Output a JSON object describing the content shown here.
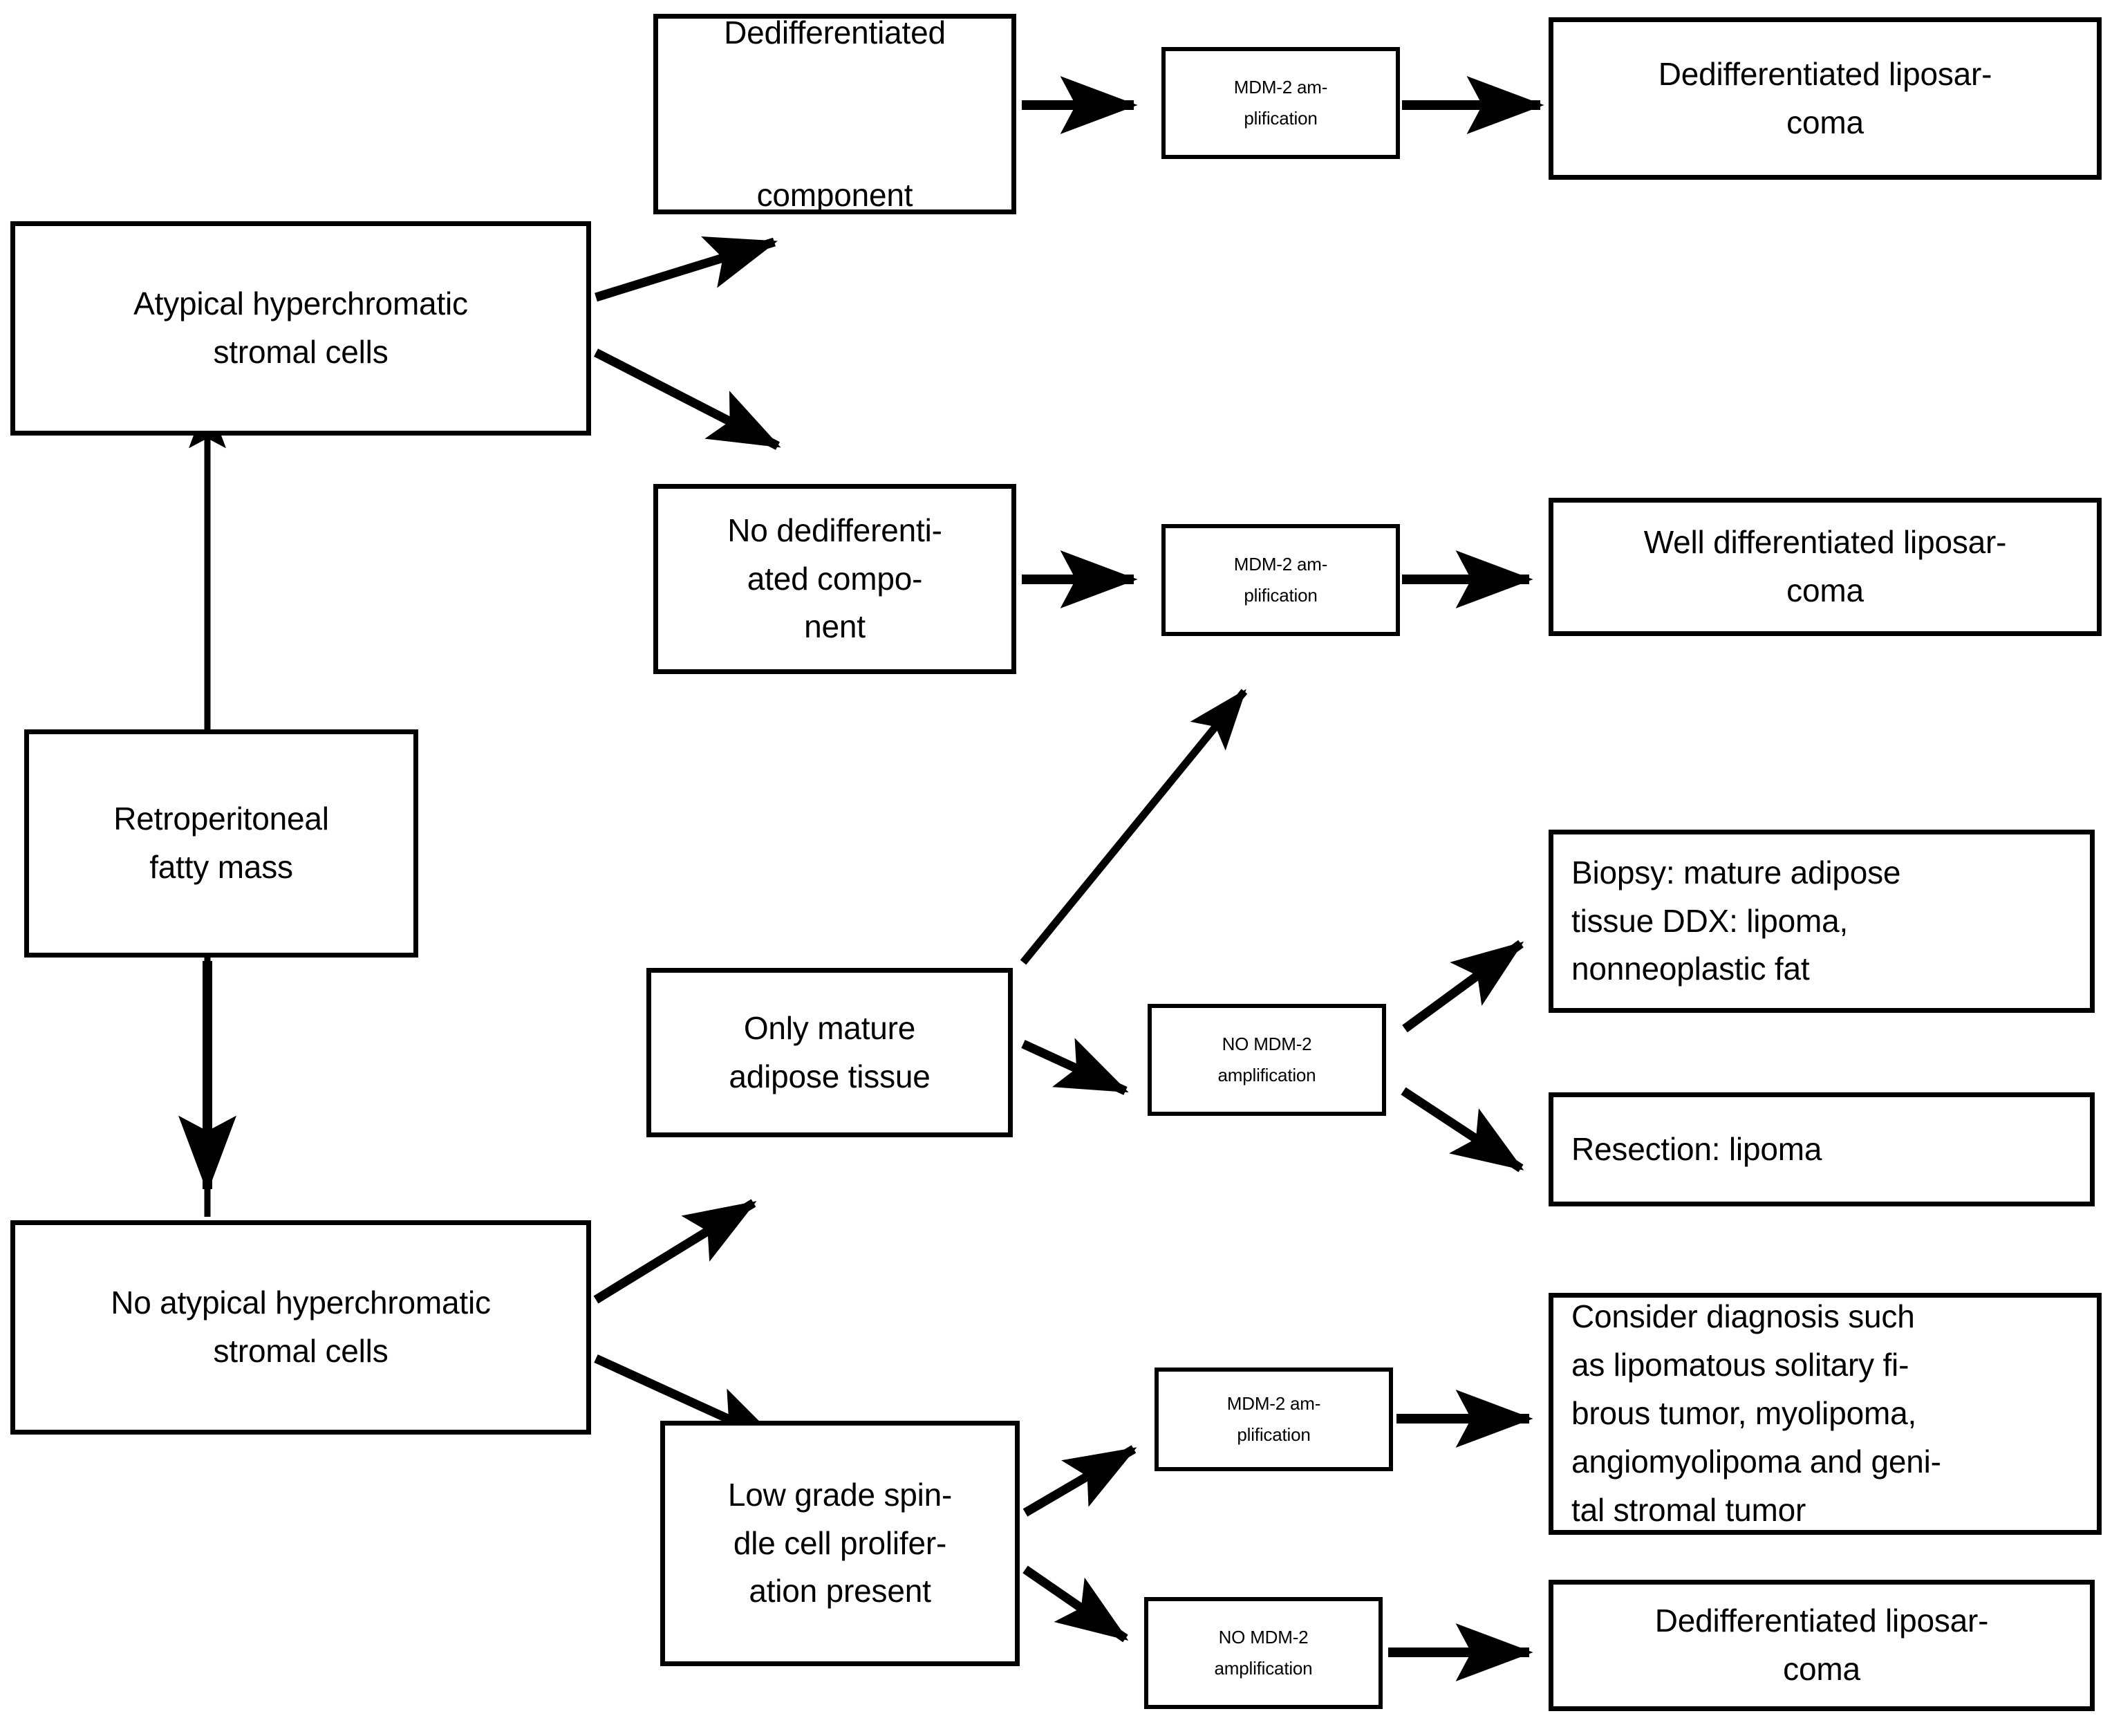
{
  "diagram": {
    "type": "flowchart",
    "title": "Diagnostic algorithm for retroperitoneal fatty mass",
    "orientation": "left-to-right",
    "line_color": "#000000",
    "box_fill": "#ffffff",
    "nodes": {
      "retroperitoneal_fatty_mass": "Retroperitoneal\nfatty mass",
      "atypical_stromal_cells": "Atypical hyperchromatic\nstromal cells",
      "no_atypical_stromal_cells": "No atypical hyperchromatic\nstromal cells",
      "dedifferentiated_component": "Dedifferentiated\n\ncomponent",
      "no_dedifferentiated_component": "No dedifferenti-\nated compo-\nnent",
      "only_mature_adipose_tissue": "Only mature\nadipose tissue",
      "low_grade_spindle_cell": "Low grade spin-\ndle cell prolifer-\nation present",
      "mdm2_amp_top": "MDM-2 am-\nplification",
      "mdm2_amp_mid": "MDM-2 am-\nplification",
      "no_mdm2_amp_mid": "NO MDM-2\namplification",
      "mdm2_amp_bottom": "MDM-2 am-\nplification",
      "no_mdm2_amp_bottom": "NO MDM-2\namplification",
      "dediff_liposarcoma_top": "Dedifferentiated liposar-\ncoma",
      "well_diff_liposarcoma": "Well differentiated liposar-\ncoma",
      "biopsy_mature_adipose": "Biopsy: mature adipose\ntissue DDX: lipoma,\nnonneoplastic fat",
      "resection_lipoma": "Resection: lipoma",
      "consider_diagnosis": "Consider diagnosis such\nas lipomatous solitary fi-\nbrous tumor, myolipoma,\nangiomyolipoma and geni-\ntal stromal tumor",
      "dediff_liposarcoma_bottom": "Dedifferentiated liposar-\ncoma"
    },
    "edges": [
      {
        "from": "no_atypical_stromal_cells",
        "to": "retroperitoneal_fatty_mass",
        "style": "arrow-up"
      },
      {
        "from": "retroperitoneal_fatty_mass",
        "to": "no_atypical_stromal_cells",
        "style": "arrow-down"
      },
      {
        "from": "atypical_stromal_cells",
        "to": "dedifferentiated_component",
        "style": "arrow-up-right"
      },
      {
        "from": "atypical_stromal_cells",
        "to": "no_dedifferentiated_component",
        "style": "arrow-down-right"
      },
      {
        "from": "dedifferentiated_component",
        "to": "mdm2_amp_top",
        "style": "arrow-right"
      },
      {
        "from": "mdm2_amp_top",
        "to": "dediff_liposarcoma_top",
        "style": "arrow-right"
      },
      {
        "from": "no_dedifferentiated_component",
        "to": "mdm2_amp_mid",
        "style": "arrow-right"
      },
      {
        "from": "mdm2_amp_mid",
        "to": "well_diff_liposarcoma",
        "style": "arrow-right"
      },
      {
        "from": "only_mature_adipose_tissue",
        "to": "mdm2_amp_mid",
        "style": "arrow-up-right"
      },
      {
        "from": "only_mature_adipose_tissue",
        "to": "no_mdm2_amp_mid",
        "style": "arrow-down-right"
      },
      {
        "from": "no_mdm2_amp_mid",
        "to": "biopsy_mature_adipose",
        "style": "arrow-up-right"
      },
      {
        "from": "no_mdm2_amp_mid",
        "to": "resection_lipoma",
        "style": "arrow-down-right"
      },
      {
        "from": "no_atypical_stromal_cells",
        "to": "only_mature_adipose_tissue",
        "style": "arrow-up-right"
      },
      {
        "from": "no_atypical_stromal_cells",
        "to": "low_grade_spindle_cell",
        "style": "arrow-down-right"
      },
      {
        "from": "low_grade_spindle_cell",
        "to": "mdm2_amp_bottom",
        "style": "arrow-up-right"
      },
      {
        "from": "low_grade_spindle_cell",
        "to": "no_mdm2_amp_bottom",
        "style": "arrow-down-right"
      },
      {
        "from": "mdm2_amp_bottom",
        "to": "consider_diagnosis",
        "style": "arrow-right"
      },
      {
        "from": "no_mdm2_amp_bottom",
        "to": "dediff_liposarcoma_bottom",
        "style": "arrow-right"
      }
    ]
  }
}
